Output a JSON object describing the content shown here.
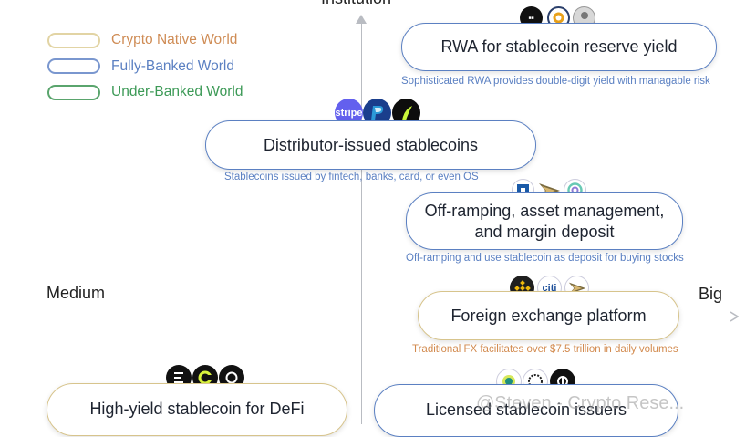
{
  "axes": {
    "top": "Institution",
    "left": "Medium",
    "right": "Big"
  },
  "legend": [
    {
      "label": "Crypto Native World",
      "color": "#d7c48c",
      "text_color": "#cf8c55"
    },
    {
      "label": "Fully-Banked World",
      "color": "#7a97cf",
      "text_color": "#5b80c2"
    },
    {
      "label": "Under-Banked World",
      "color": "#5aa56d",
      "text_color": "#3d9a57"
    }
  ],
  "nodes": {
    "rwa": {
      "label": "RWA for stablecoin reserve yield",
      "caption": "Sophisticated RWA provides double-digit yield with managable risk",
      "icons": [
        "blackrock-logo",
        "ondo-logo",
        "portrait-logo"
      ]
    },
    "distributor": {
      "label": "Distributor-issued stablecoins",
      "caption": "Stablecoins issued by fintech, banks, card, or even OS",
      "icons": [
        "stripe-logo",
        "paypal-logo",
        "robinhood-logo"
      ],
      "stripe_text": "stripe"
    },
    "offramp": {
      "label_line1": "Off-ramping, asset management,",
      "label_line2": "and margin deposit",
      "caption": "Off-ramping and use stablecoin as deposit for buying stocks",
      "icons": [
        "chase-logo",
        "arrow-logo",
        "circle-logo"
      ]
    },
    "fx": {
      "label": "Foreign exchange platform",
      "caption": "Traditional FX facilitates over $7.5 trillion in daily volumes",
      "icons": [
        "binance-logo",
        "citi-logo",
        "arrow-logo"
      ],
      "citi_text": "citi"
    },
    "highyield": {
      "label": "High-yield stablecoin for DeFi",
      "icons": [
        "ethena-logo",
        "curve-logo",
        "frax-logo"
      ]
    },
    "licensed": {
      "label": "Licensed stablecoin issuers",
      "icons": [
        "paxos-logo",
        "circle-logo",
        "tether-logo"
      ]
    }
  },
  "watermark": "@Steven - Crypto Rese..."
}
